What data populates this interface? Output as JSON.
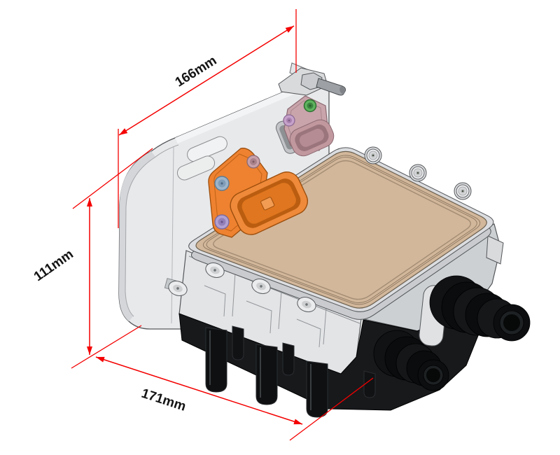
{
  "drawing": {
    "type": "isometric-dimensioned-cad-drawing",
    "dimensions": {
      "top_width": {
        "label": "166mm",
        "value": 166,
        "unit": "mm"
      },
      "left_height": {
        "label": "111mm",
        "value": 111,
        "unit": "mm"
      },
      "bottom_depth": {
        "label": "171mm",
        "value": 171,
        "unit": "mm"
      }
    },
    "dimension_style": {
      "line_color": "#f40000",
      "text_color": "#141414"
    },
    "parts": {
      "rear_mounting_plate": {
        "color": "#e8e9eb"
      },
      "top_cover_gasket": {
        "color": "#d2b79b"
      },
      "housing_body": {
        "color": "#e2e4e6"
      },
      "hv_connector": {
        "color": "#ee8230"
      },
      "signal_connector": {
        "color": "#c9a4ab"
      },
      "coolant_ports": {
        "color": "#131517"
      },
      "mounting_studs": {
        "color": "#0e1011"
      },
      "screw_colors": {
        "green": "#5fb35f",
        "blue": "#9db4c9",
        "purple": "#b1a0d0",
        "pink": "#c7a0a9"
      }
    }
  }
}
